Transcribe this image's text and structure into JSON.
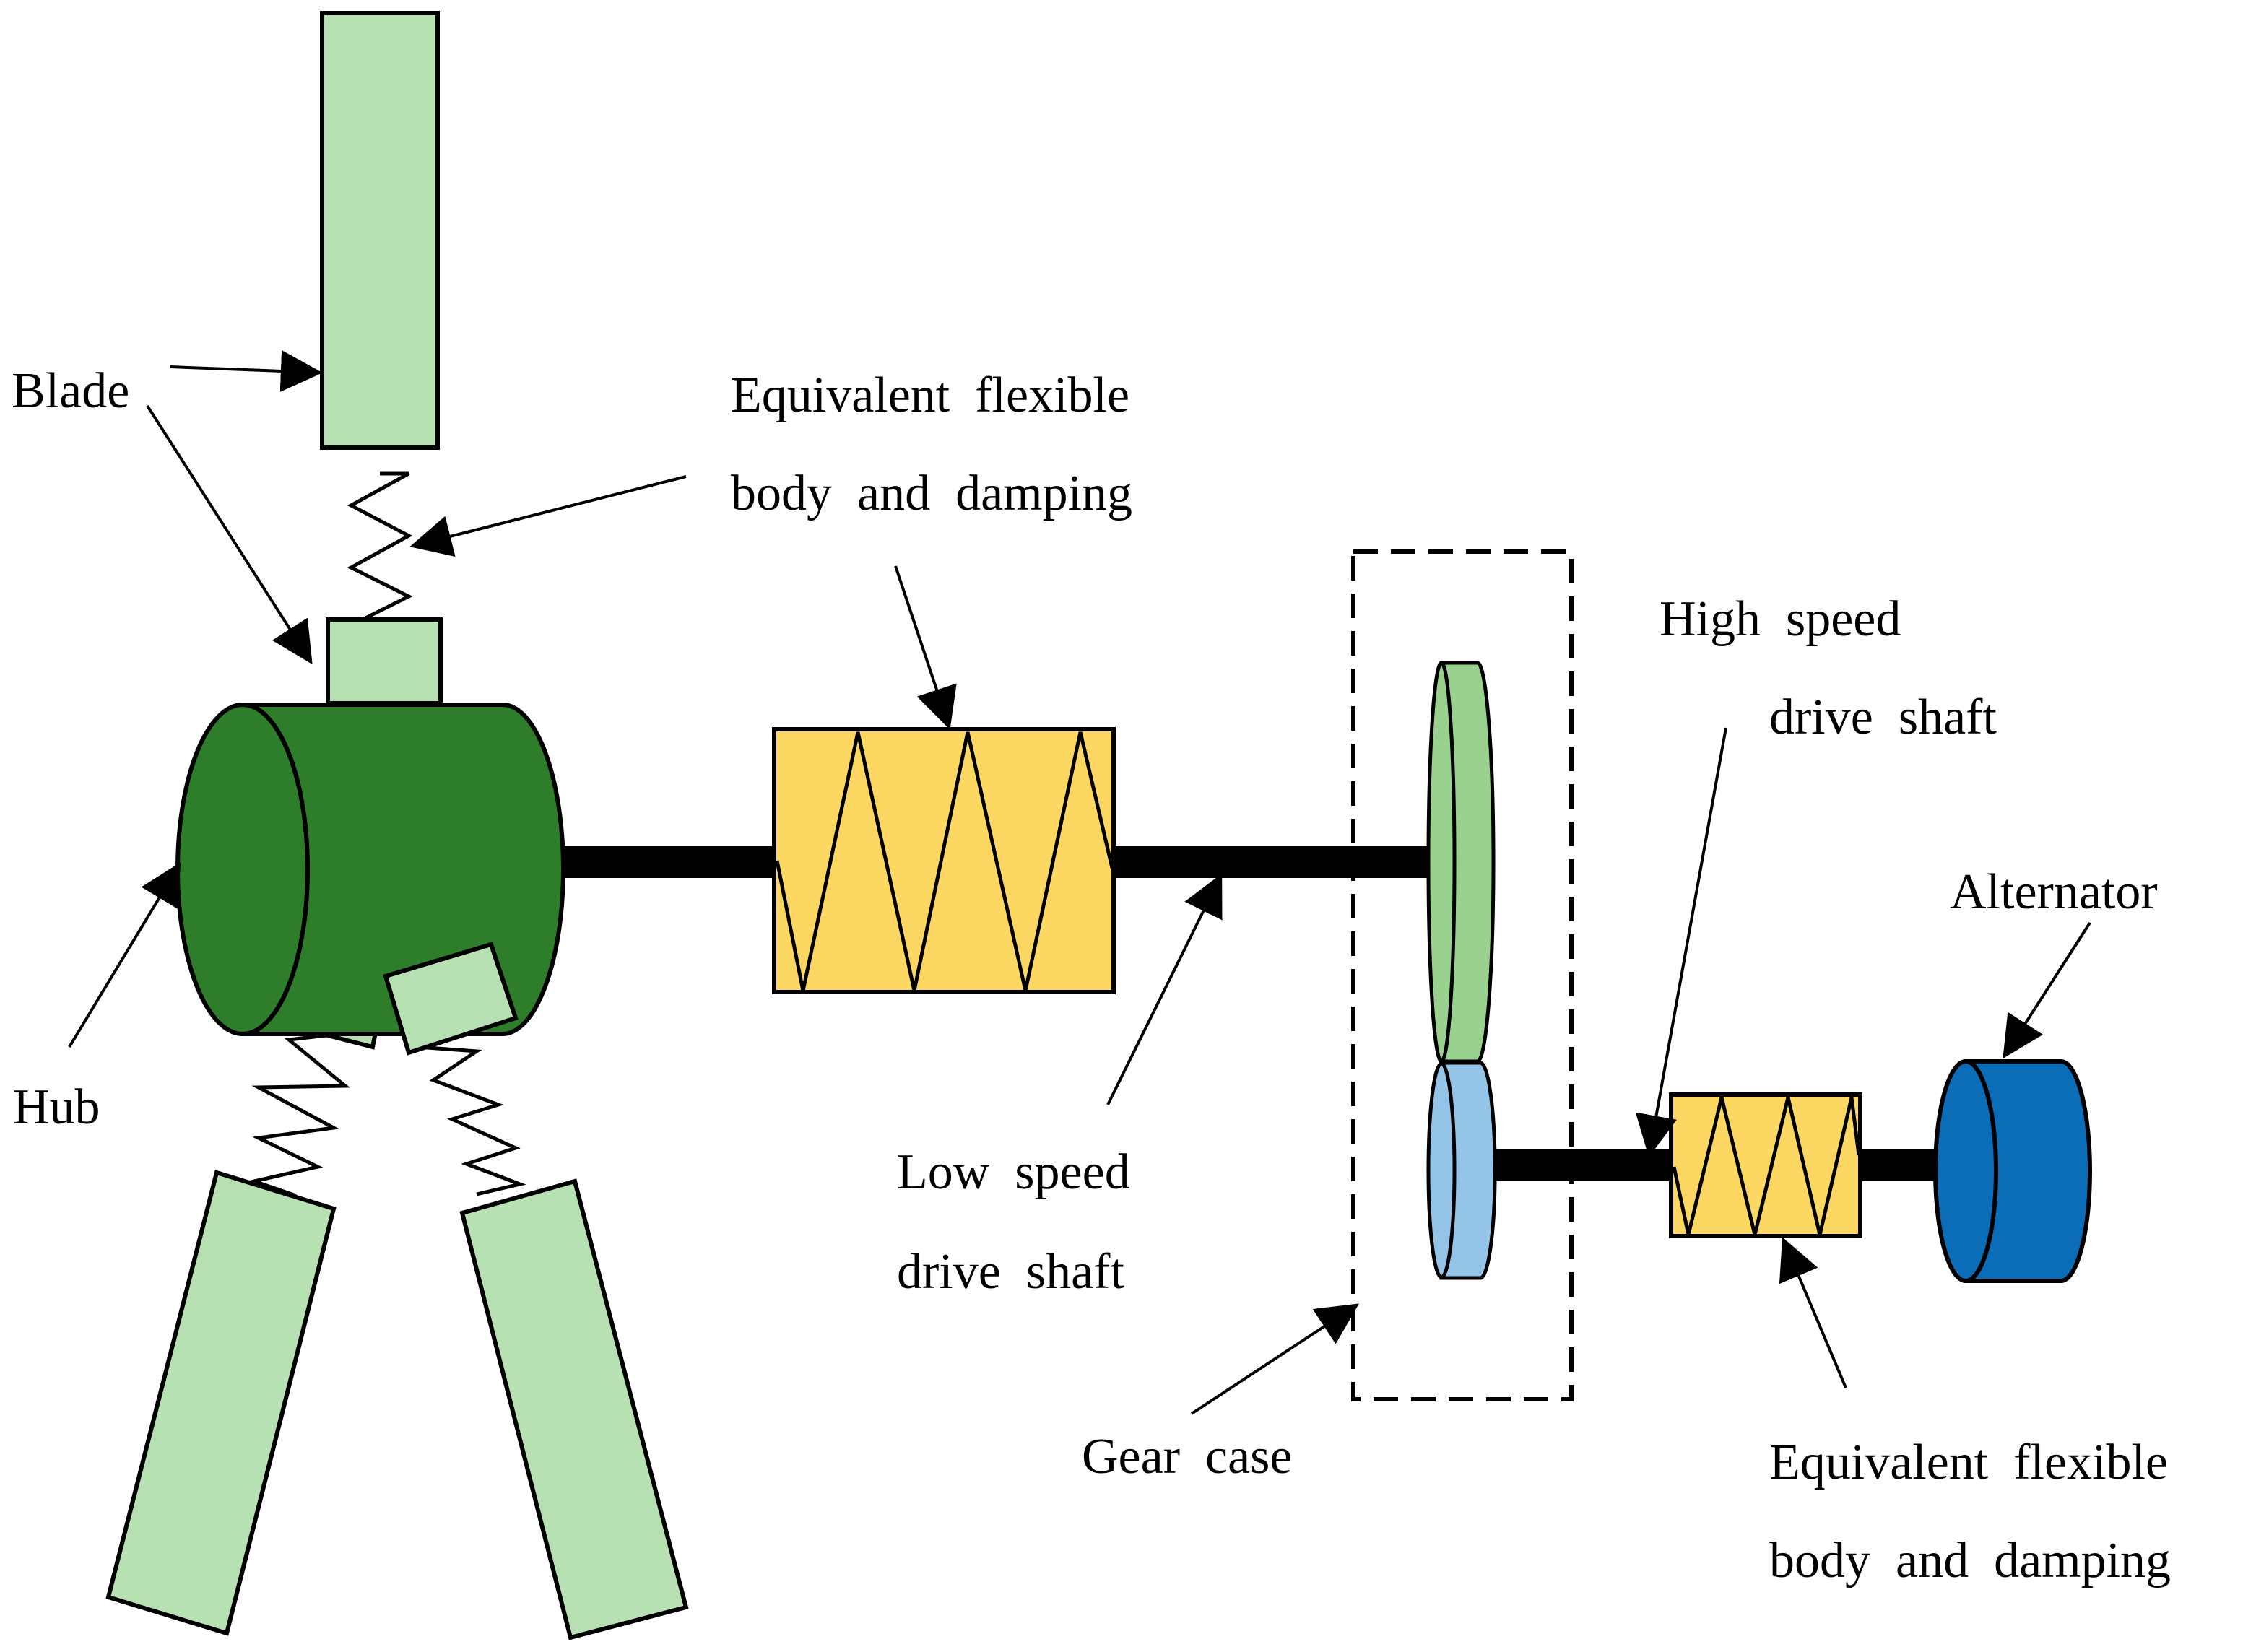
{
  "labels": {
    "blade": "Blade",
    "hub": "Hub",
    "flex_top_line1": "Equivalent  flexible",
    "flex_top_line2": "body  and  damping",
    "low_speed_line1": "Low  speed",
    "low_speed_line2": "drive  shaft",
    "gear_case": "Gear  case",
    "high_speed_line1": "High  speed",
    "high_speed_line2": "drive  shaft",
    "alternator": "Alternator",
    "flex_bottom_line1": "Equivalent  flexible",
    "flex_bottom_line2": "body  and  damping"
  },
  "colors": {
    "blade_fill": "#b7e1b3",
    "hub_fill": "#2e7d2a",
    "damper_fill": "#fcd862",
    "gear_large_fill": "#9ad18e",
    "gear_small_fill": "#94c4e8",
    "alternator_fill": "#0b6cb8",
    "shaft": "#000000"
  }
}
